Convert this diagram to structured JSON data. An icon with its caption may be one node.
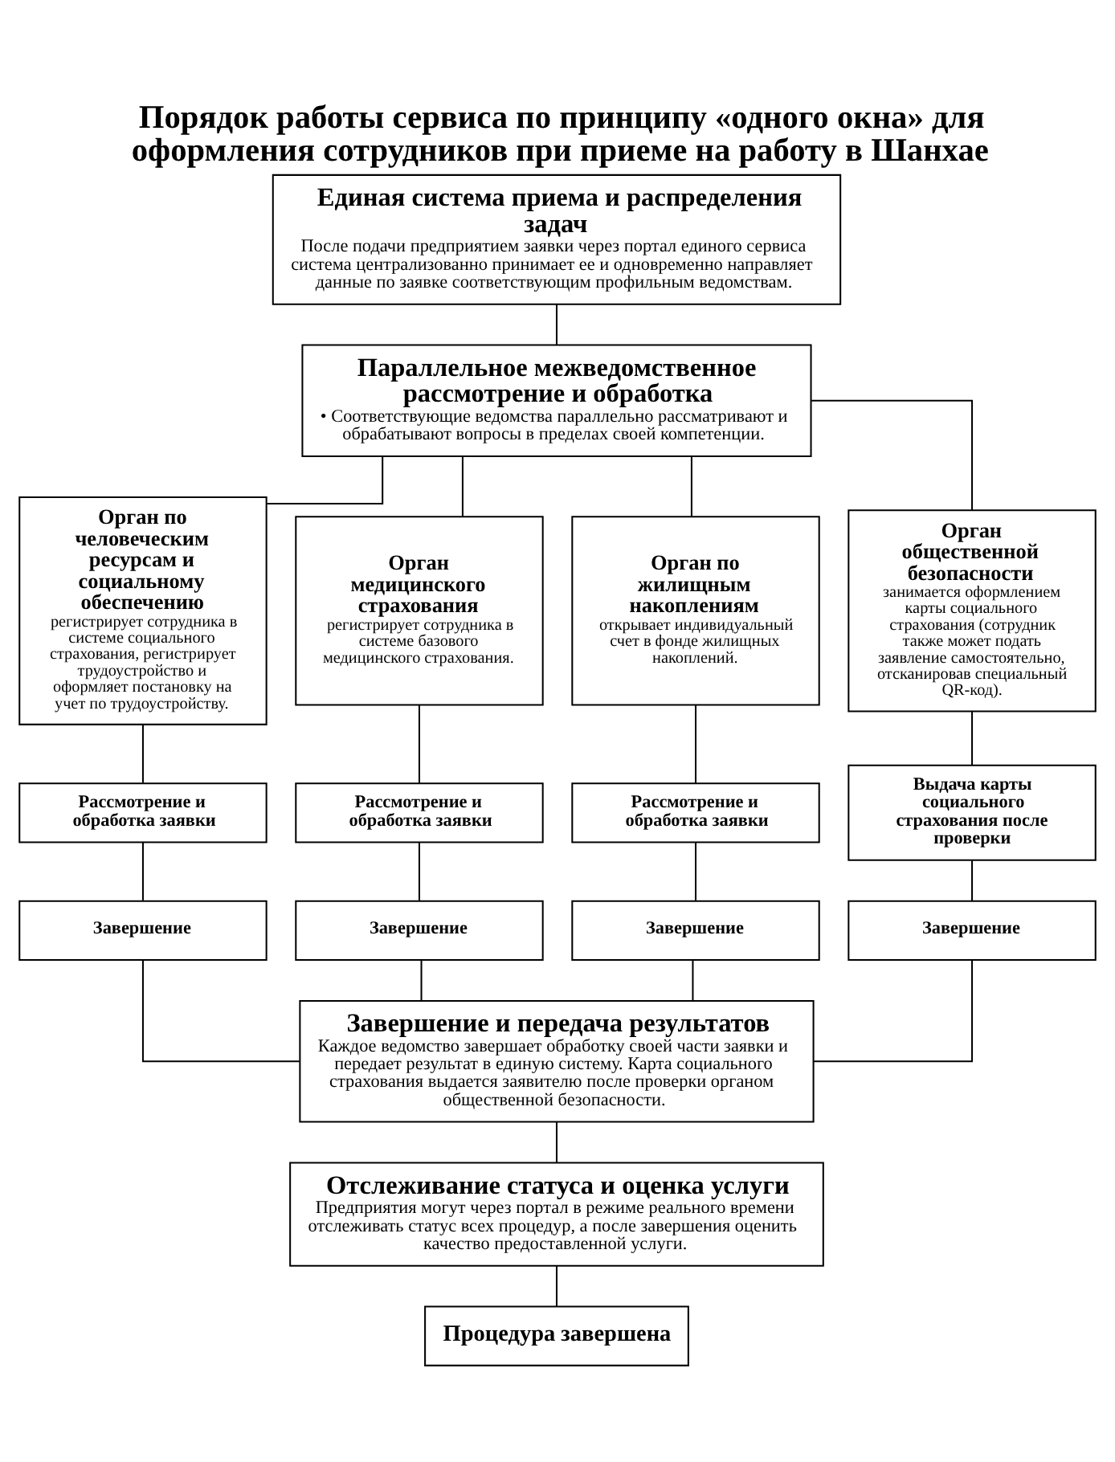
{
  "diagram": {
    "title": "Порядок работы сервиса по принципу «одного окна» для оформления сотрудников при приеме на работу в Шанхае",
    "nodes": [
      {
        "text": [
          "Единая система приема и распределения задач",
          "После подачи предприятием заявки через портал единого сервиса система централизованно принимает ее и одновременно направляет данные по заявке соответствующим профильным ведомствам."
        ]
      },
      {
        "text": [
          "Параллельное межведомственное рассмотрение и обработка",
          "• Соответствующие ведомства параллельно рассматривают и обрабатывают вопросы в пределах своей компетенции."
        ]
      },
      {
        "text": [
          "Орган по человеческим ресурсам и социальному обеспечению",
          "регистрирует сотрудника в системе социального страхования, регистрирует трудоустройство и оформляет постановку на учет по трудоустройству."
        ]
      },
      {
        "text": [
          "Орган медицинского страхования",
          "регистрирует сотрудника в системе базового медицинского страхования."
        ]
      },
      {
        "text": [
          "Орган по жилищным накоплениям",
          "открывает индивидуальный счет в фонде жилищных накоплений."
        ]
      },
      {
        "text": [
          "Орган общественной безопасности",
          "занимается оформлением карты социального страхования (сотрудник также может подать заявление самостоятельно, отсканировав специальный QR-код)."
        ]
      },
      {
        "text": [
          "Рассмотрение и обработка заявки"
        ]
      },
      {
        "text": [
          "Рассмотрение и обработка заявки"
        ]
      },
      {
        "text": [
          "Рассмотрение и обработка заявки"
        ]
      },
      {
        "text": [
          "Выдача карты социального страхования после проверки"
        ]
      },
      {
        "text": [
          "Завершение"
        ]
      },
      {
        "text": [
          "Завершение"
        ]
      },
      {
        "text": [
          "Завершение"
        ]
      },
      {
        "text": [
          "Завершение"
        ]
      },
      {
        "text": [
          "Завершение и передача результатов",
          "Каждое ведомство завершает обработку своей части заявки и передает результат в единую систему. Карта социального страхования выдается заявителю после проверки органом общественной безопасности."
        ]
      },
      {
        "text": [
          "Отслеживание статуса и оценка услуги",
          "Предприятия могут через портал в режиме реального времени отслеживать статус всех процедур, а после завершения оценить качество предоставленной услуги."
        ]
      },
      {
        "text": [
          "Процедура завершена"
        ]
      }
    ],
    "edges": [
      {
        "from": 0,
        "to": 1,
        "arrow": "none"
      },
      {
        "from": 1,
        "to": 2,
        "arrow": "none"
      },
      {
        "from": 1,
        "to": 3,
        "arrow": "none"
      },
      {
        "from": 1,
        "to": 4,
        "arrow": "none"
      },
      {
        "from": 1,
        "to": 5,
        "arrow": "none"
      },
      {
        "from": 2,
        "to": 6,
        "arrow": "none"
      },
      {
        "from": 3,
        "to": 7,
        "arrow": "none"
      },
      {
        "from": 4,
        "to": 8,
        "arrow": "none"
      },
      {
        "from": 5,
        "to": 9,
        "arrow": "none"
      },
      {
        "from": 6,
        "to": 10,
        "arrow": "none"
      },
      {
        "from": 7,
        "to": 11,
        "arrow": "none"
      },
      {
        "from": 8,
        "to": 12,
        "arrow": "none"
      },
      {
        "from": 9,
        "to": 13,
        "arrow": "none"
      },
      {
        "from": 10,
        "to": 14,
        "arrow": "none"
      },
      {
        "from": 11,
        "to": 14,
        "arrow": "none"
      },
      {
        "from": 12,
        "to": 14,
        "arrow": "none"
      },
      {
        "from": 13,
        "to": 14,
        "arrow": "none"
      },
      {
        "from": 14,
        "to": 15,
        "arrow": "none"
      },
      {
        "from": 15,
        "to": 16,
        "arrow": "none"
      }
    ]
  }
}
